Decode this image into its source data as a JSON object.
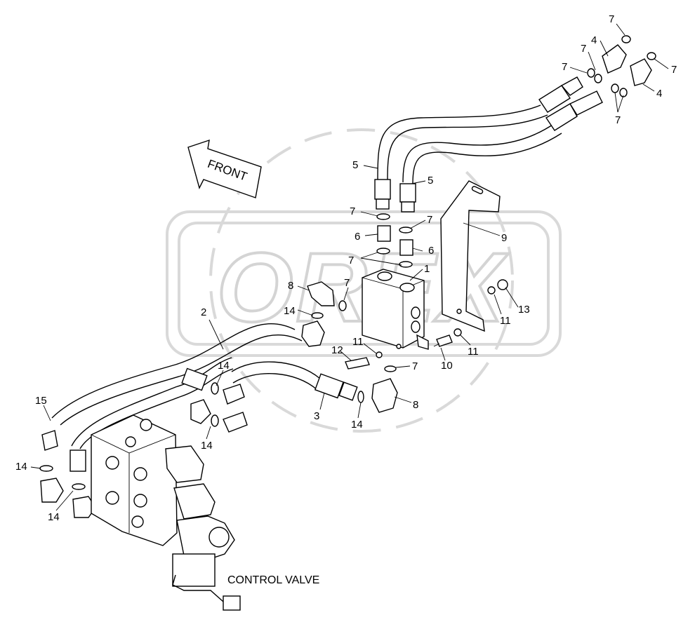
{
  "diagram": {
    "caption": "CONTROL VALVE",
    "direction_label": "FRONT",
    "watermark_text": "OREX",
    "colors": {
      "line": "#000000",
      "watermark": "#d9d9d9",
      "background": "#ffffff"
    },
    "callouts": [
      {
        "label": "7"
      },
      {
        "label": "4"
      },
      {
        "label": "7"
      },
      {
        "label": "7"
      },
      {
        "label": "7"
      },
      {
        "label": "4"
      },
      {
        "label": "7"
      },
      {
        "label": "5"
      },
      {
        "label": "5"
      },
      {
        "label": "7"
      },
      {
        "label": "7"
      },
      {
        "label": "9"
      },
      {
        "label": "6"
      },
      {
        "label": "6"
      },
      {
        "label": "7"
      },
      {
        "label": "1"
      },
      {
        "label": "8"
      },
      {
        "label": "7"
      },
      {
        "label": "14"
      },
      {
        "label": "2"
      },
      {
        "label": "13"
      },
      {
        "label": "11"
      },
      {
        "label": "11"
      },
      {
        "label": "12"
      },
      {
        "label": "11"
      },
      {
        "label": "7"
      },
      {
        "label": "10"
      },
      {
        "label": "14"
      },
      {
        "label": "3"
      },
      {
        "label": "8"
      },
      {
        "label": "14"
      },
      {
        "label": "14"
      },
      {
        "label": "15"
      },
      {
        "label": "14"
      },
      {
        "label": "14"
      }
    ]
  }
}
